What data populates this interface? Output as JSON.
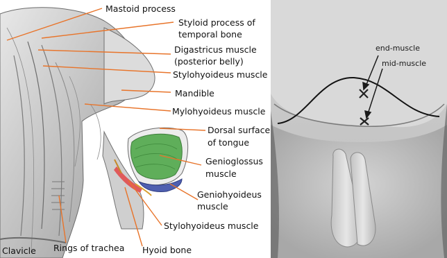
{
  "left_panel": {
    "labels": {
      "mastoid": "Mastoid process",
      "styloid_1": "Styloid process of",
      "styloid_2": "temporal bone",
      "digastric_1": "Digastricus muscle",
      "digastric_2": "(posterior belly)",
      "stylohyoid_top": "Stylohyoideus muscle",
      "mandible": "Mandible",
      "mylohyoid": "Mylohyoideus muscle",
      "dorsal_1": "Dorsal surface",
      "dorsal_2": "of tongue",
      "genioglossus_1": "Genioglossus",
      "genioglossus_2": "muscle",
      "geniohyoid_1": "Geniohyoideus",
      "geniohyoid_2": "muscle",
      "stylohyoid_bottom": "Stylohyoideus muscle",
      "clavicle": "Clavicle",
      "trachea": "Rings of trachea",
      "hyoid": "Hyoid bone"
    },
    "colors": {
      "leader_line": "#e8742a",
      "genioglossus": "#5fae5a",
      "geniohyoid": "#4f5fb0",
      "stylohyoid": "#e05a5a"
    }
  },
  "right_panel": {
    "labels": {
      "end_muscle": "end-muscle",
      "mid_muscle": "mid-muscle"
    }
  }
}
